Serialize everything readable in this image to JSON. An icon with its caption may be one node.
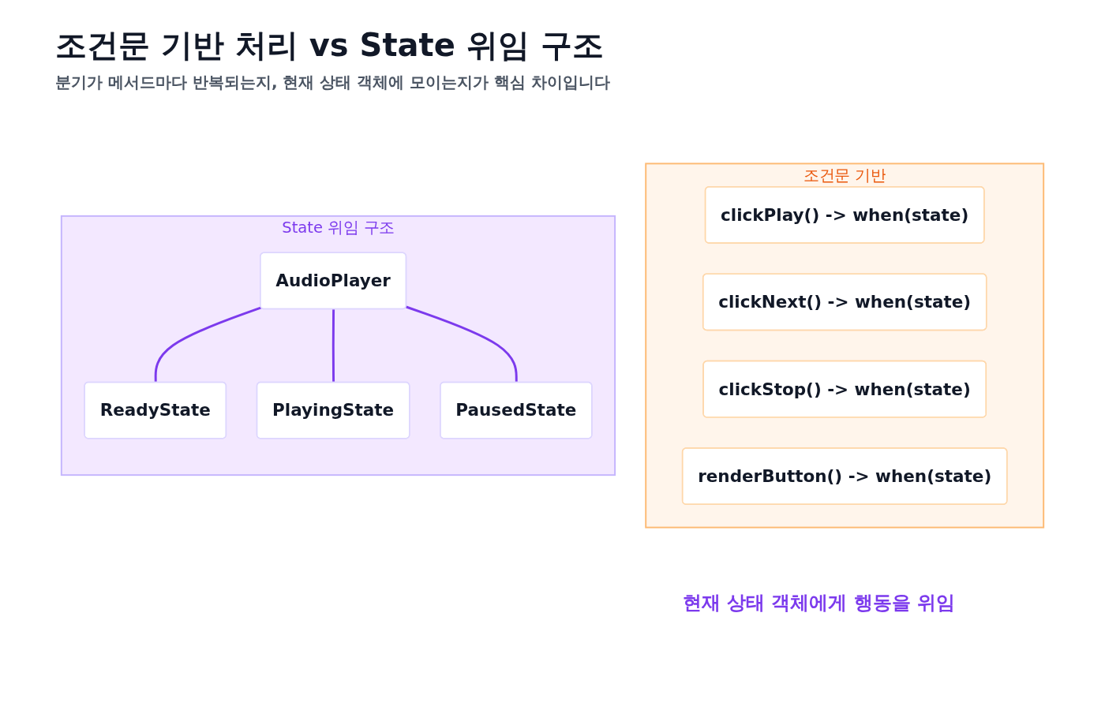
{
  "diagram": {
    "title": "조건문 기반 처리 vs State 위임 구조",
    "nodes": [
      {
        "text": [
          "조건문 기반"
        ]
      },
      {
        "text": [
          "clickPlay() -> when(state)"
        ],
        "in": 0
      },
      {
        "text": [
          "clickNext() -> when(state)"
        ],
        "in": 0
      },
      {
        "text": [
          "clickStop() -> when(state)"
        ],
        "in": 0
      },
      {
        "text": [
          "renderButton() -> when(state)"
        ],
        "in": 0
      },
      {
        "text": [
          "State 위임 구조"
        ]
      },
      {
        "text": [
          "AudioPlayer"
        ],
        "in": 5
      },
      {
        "text": [
          "ReadyState"
        ],
        "in": 5
      },
      {
        "text": [
          "PausedState"
        ],
        "in": 5
      },
      {
        "text": [
          "PlayingState"
        ],
        "in": 5
      }
    ],
    "edges": [
      {
        "from": 6,
        "to": 7,
        "arrow": "none"
      },
      {
        "from": 6,
        "to": 9,
        "arrow": "none"
      },
      {
        "from": 6,
        "to": 8,
        "arrow": "none"
      }
    ],
    "labels": [
      "분기가 메서드마다 반복되는지, 현재 상태 객체에 모이는지가 핵심 차이입니다",
      "현재 상태 객체에게 행동을 위임"
    ]
  }
}
